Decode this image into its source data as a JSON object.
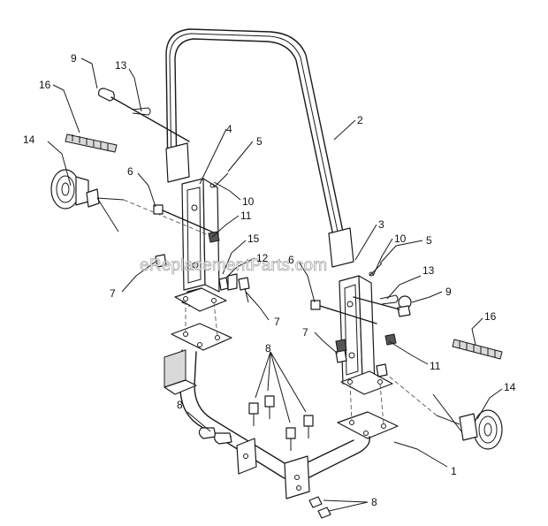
{
  "watermark": "eReplacementParts.com",
  "callouts": [
    {
      "id": "c1",
      "text": "1"
    },
    {
      "id": "c2",
      "text": "2"
    },
    {
      "id": "c3",
      "text": "3"
    },
    {
      "id": "c4",
      "text": "4"
    },
    {
      "id": "c5a",
      "text": "5"
    },
    {
      "id": "c5b",
      "text": "5"
    },
    {
      "id": "c6a",
      "text": "6"
    },
    {
      "id": "c6b",
      "text": "6"
    },
    {
      "id": "c7a",
      "text": "7"
    },
    {
      "id": "c7b",
      "text": "7"
    },
    {
      "id": "c7c",
      "text": "7"
    },
    {
      "id": "c8a",
      "text": "8"
    },
    {
      "id": "c8b",
      "text": "8"
    },
    {
      "id": "c8c",
      "text": "8"
    },
    {
      "id": "c9a",
      "text": "9"
    },
    {
      "id": "c9b",
      "text": "9"
    },
    {
      "id": "c10a",
      "text": "10"
    },
    {
      "id": "c10b",
      "text": "10"
    },
    {
      "id": "c11a",
      "text": "11"
    },
    {
      "id": "c11b",
      "text": "11"
    },
    {
      "id": "c12",
      "text": "12"
    },
    {
      "id": "c13a",
      "text": "13"
    },
    {
      "id": "c13b",
      "text": "13"
    },
    {
      "id": "c14a",
      "text": "14"
    },
    {
      "id": "c14b",
      "text": "14"
    },
    {
      "id": "c15",
      "text": "15"
    },
    {
      "id": "c16a",
      "text": "16"
    },
    {
      "id": "c16b",
      "text": "16"
    }
  ]
}
